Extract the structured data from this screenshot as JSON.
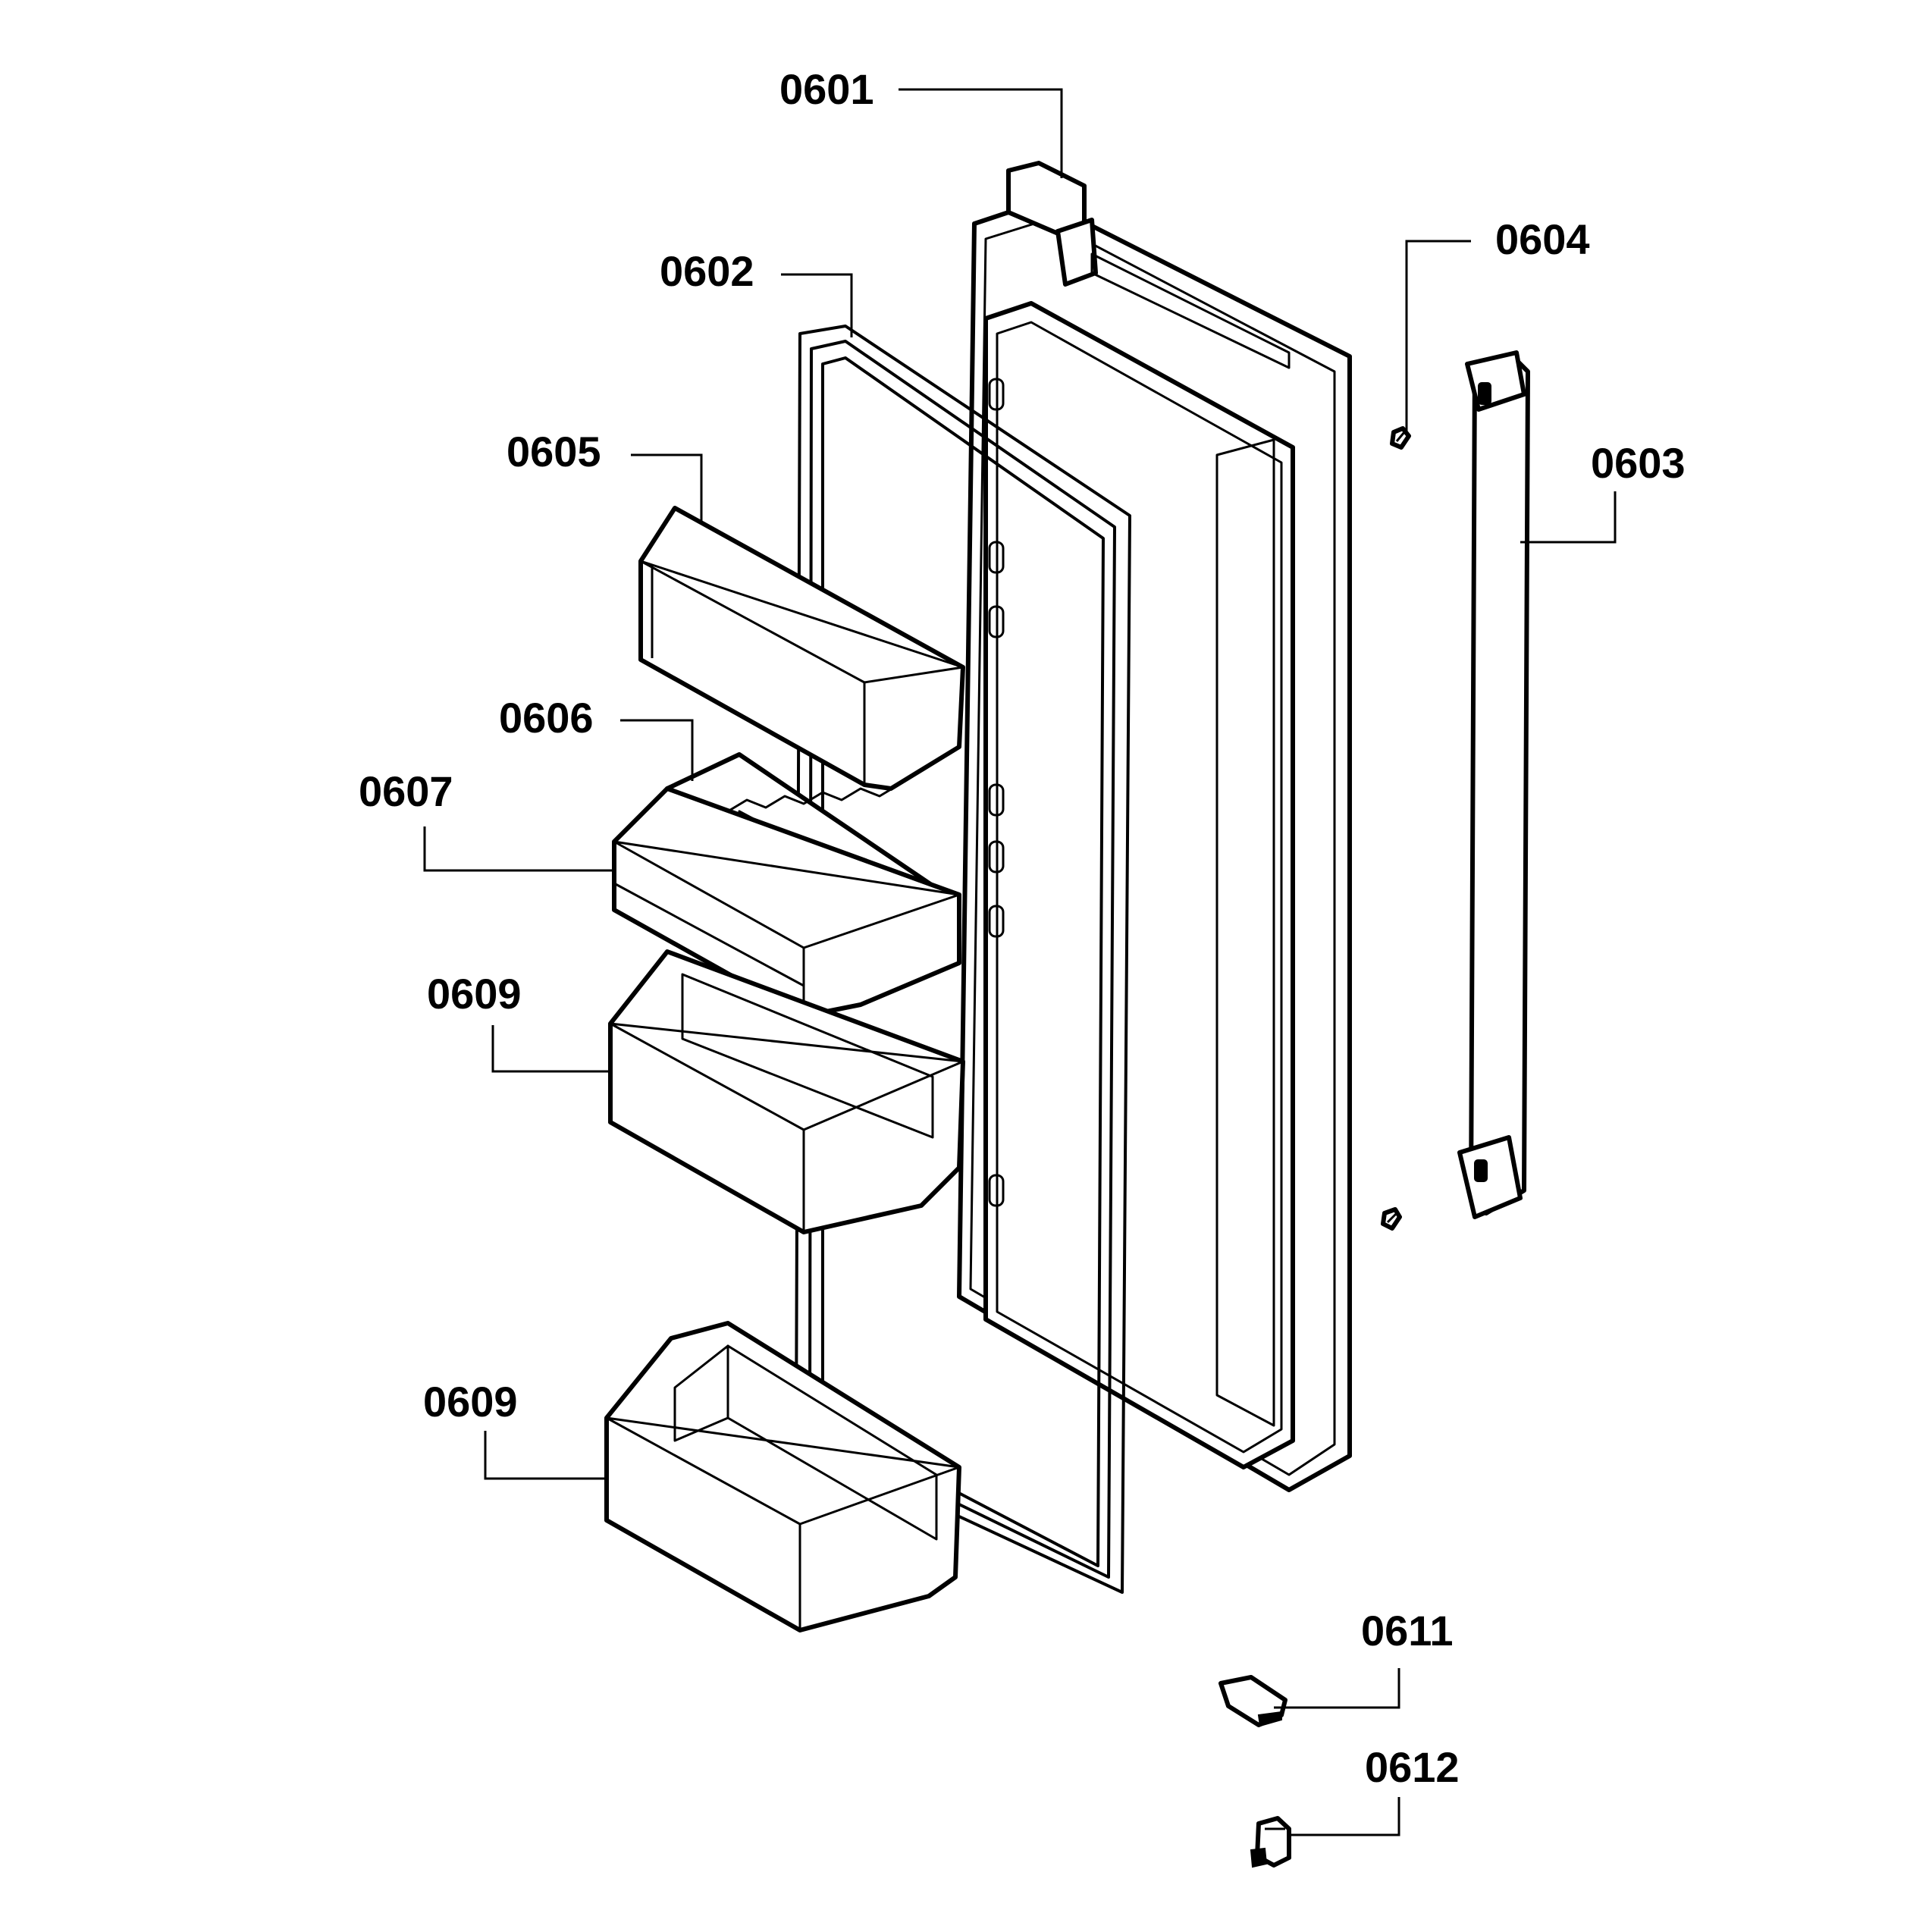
{
  "colors": {
    "ink": "#000000",
    "paper": "#ffffff"
  },
  "parts": [
    {
      "id": "p0601",
      "label": "0601"
    },
    {
      "id": "p0602",
      "label": "0602"
    },
    {
      "id": "p0603",
      "label": "0603"
    },
    {
      "id": "p0604",
      "label": "0604"
    },
    {
      "id": "p0605",
      "label": "0605"
    },
    {
      "id": "p0606",
      "label": "0606"
    },
    {
      "id": "p0607",
      "label": "0607"
    },
    {
      "id": "p0609a",
      "label": "0609"
    },
    {
      "id": "p0609b",
      "label": "0609"
    },
    {
      "id": "p0611",
      "label": "0611"
    },
    {
      "id": "p0612",
      "label": "0612"
    }
  ]
}
